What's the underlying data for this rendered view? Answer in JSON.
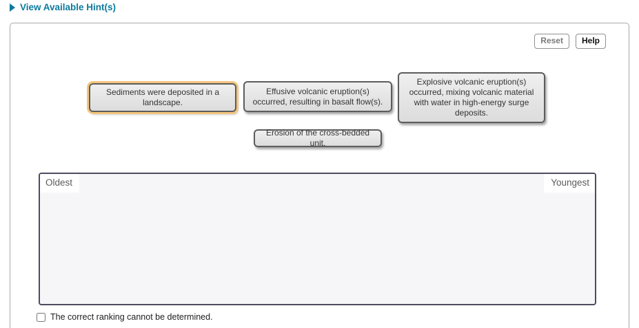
{
  "hint": {
    "label": "View Available Hint(s)",
    "color": "#0c7a9d"
  },
  "toolbar": {
    "reset_label": "Reset",
    "help_label": "Help"
  },
  "cards": [
    {
      "text": "Sediments were deposited in a landscape.",
      "selected": true
    },
    {
      "text": "Effusive volcanic eruption(s) occurred, resulting in basalt flow(s).",
      "selected": false
    },
    {
      "text": "Explosive volcanic eruption(s) occurred, mixing volcanic material with water in high-energy surge deposits.",
      "selected": false
    },
    {
      "text": "Erosion of the cross-bedded unit.",
      "selected": false
    }
  ],
  "rank_zone": {
    "left_label": "Oldest",
    "right_label": "Youngest",
    "items": []
  },
  "footer": {
    "checkbox_label": "The correct ranking cannot be determined.",
    "checkbox_checked": false
  },
  "colors": {
    "link": "#0c7a9d",
    "card_border": "#5c5c5c",
    "card_background": "#e6e6e6",
    "selected_ring": "#f4c57e",
    "zone_border": "#4c4c5e",
    "zone_background": "#f6f6f8",
    "panel_border": "#a9a9a9"
  }
}
